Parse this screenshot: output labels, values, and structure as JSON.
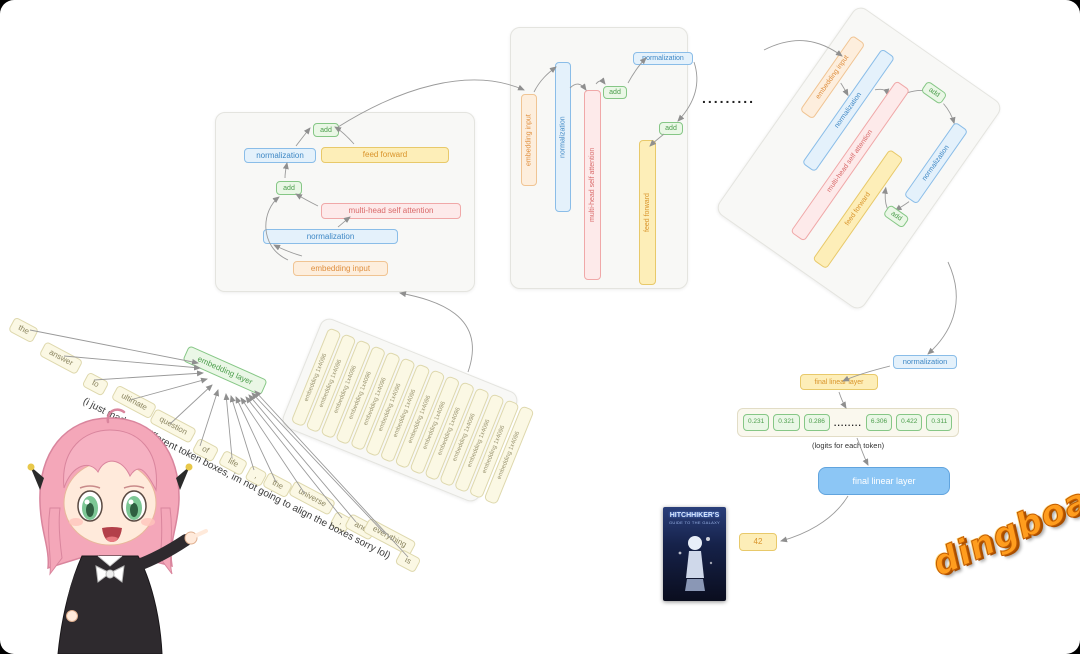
{
  "logo": "dingboard!",
  "note": "(i just made 14 different token boxes, im not going to align the boxes sorry lol)",
  "separator_dots": ".........",
  "labels": {
    "add": "add",
    "normalization": "normalization",
    "feed_forward": "feed forward",
    "attention": "multi-head self attention",
    "embedding_input": "embedding input",
    "embedding_layer": "embedding layer",
    "embedding_cell": "embedding 1x4096",
    "final_linear_small": "final linear layer",
    "final_linear_big": "final linear layer",
    "logits_caption": "(logits for each token)",
    "answer": "42",
    "logit_dots": "........"
  },
  "tokens": [
    "the",
    "answer",
    "to",
    "ultimate",
    "question",
    "of",
    "life",
    ",",
    "the",
    "universe",
    ",",
    "and",
    "everything",
    "is"
  ],
  "logits": [
    "0.231",
    "0.321",
    "0.286",
    "6.306",
    "0.422",
    "0.311"
  ],
  "poster": {
    "top_title": "HITCHHIKER'S",
    "bottom_title": "GUIDE TO THE GALAXY"
  },
  "colors": {
    "green": "#4c9e4c",
    "blue": "#3f88c5",
    "yellow": "#d9942b",
    "pink": "#d96a6a",
    "orange": "#df8f3f",
    "logo_orange": "#ff9d1e"
  }
}
